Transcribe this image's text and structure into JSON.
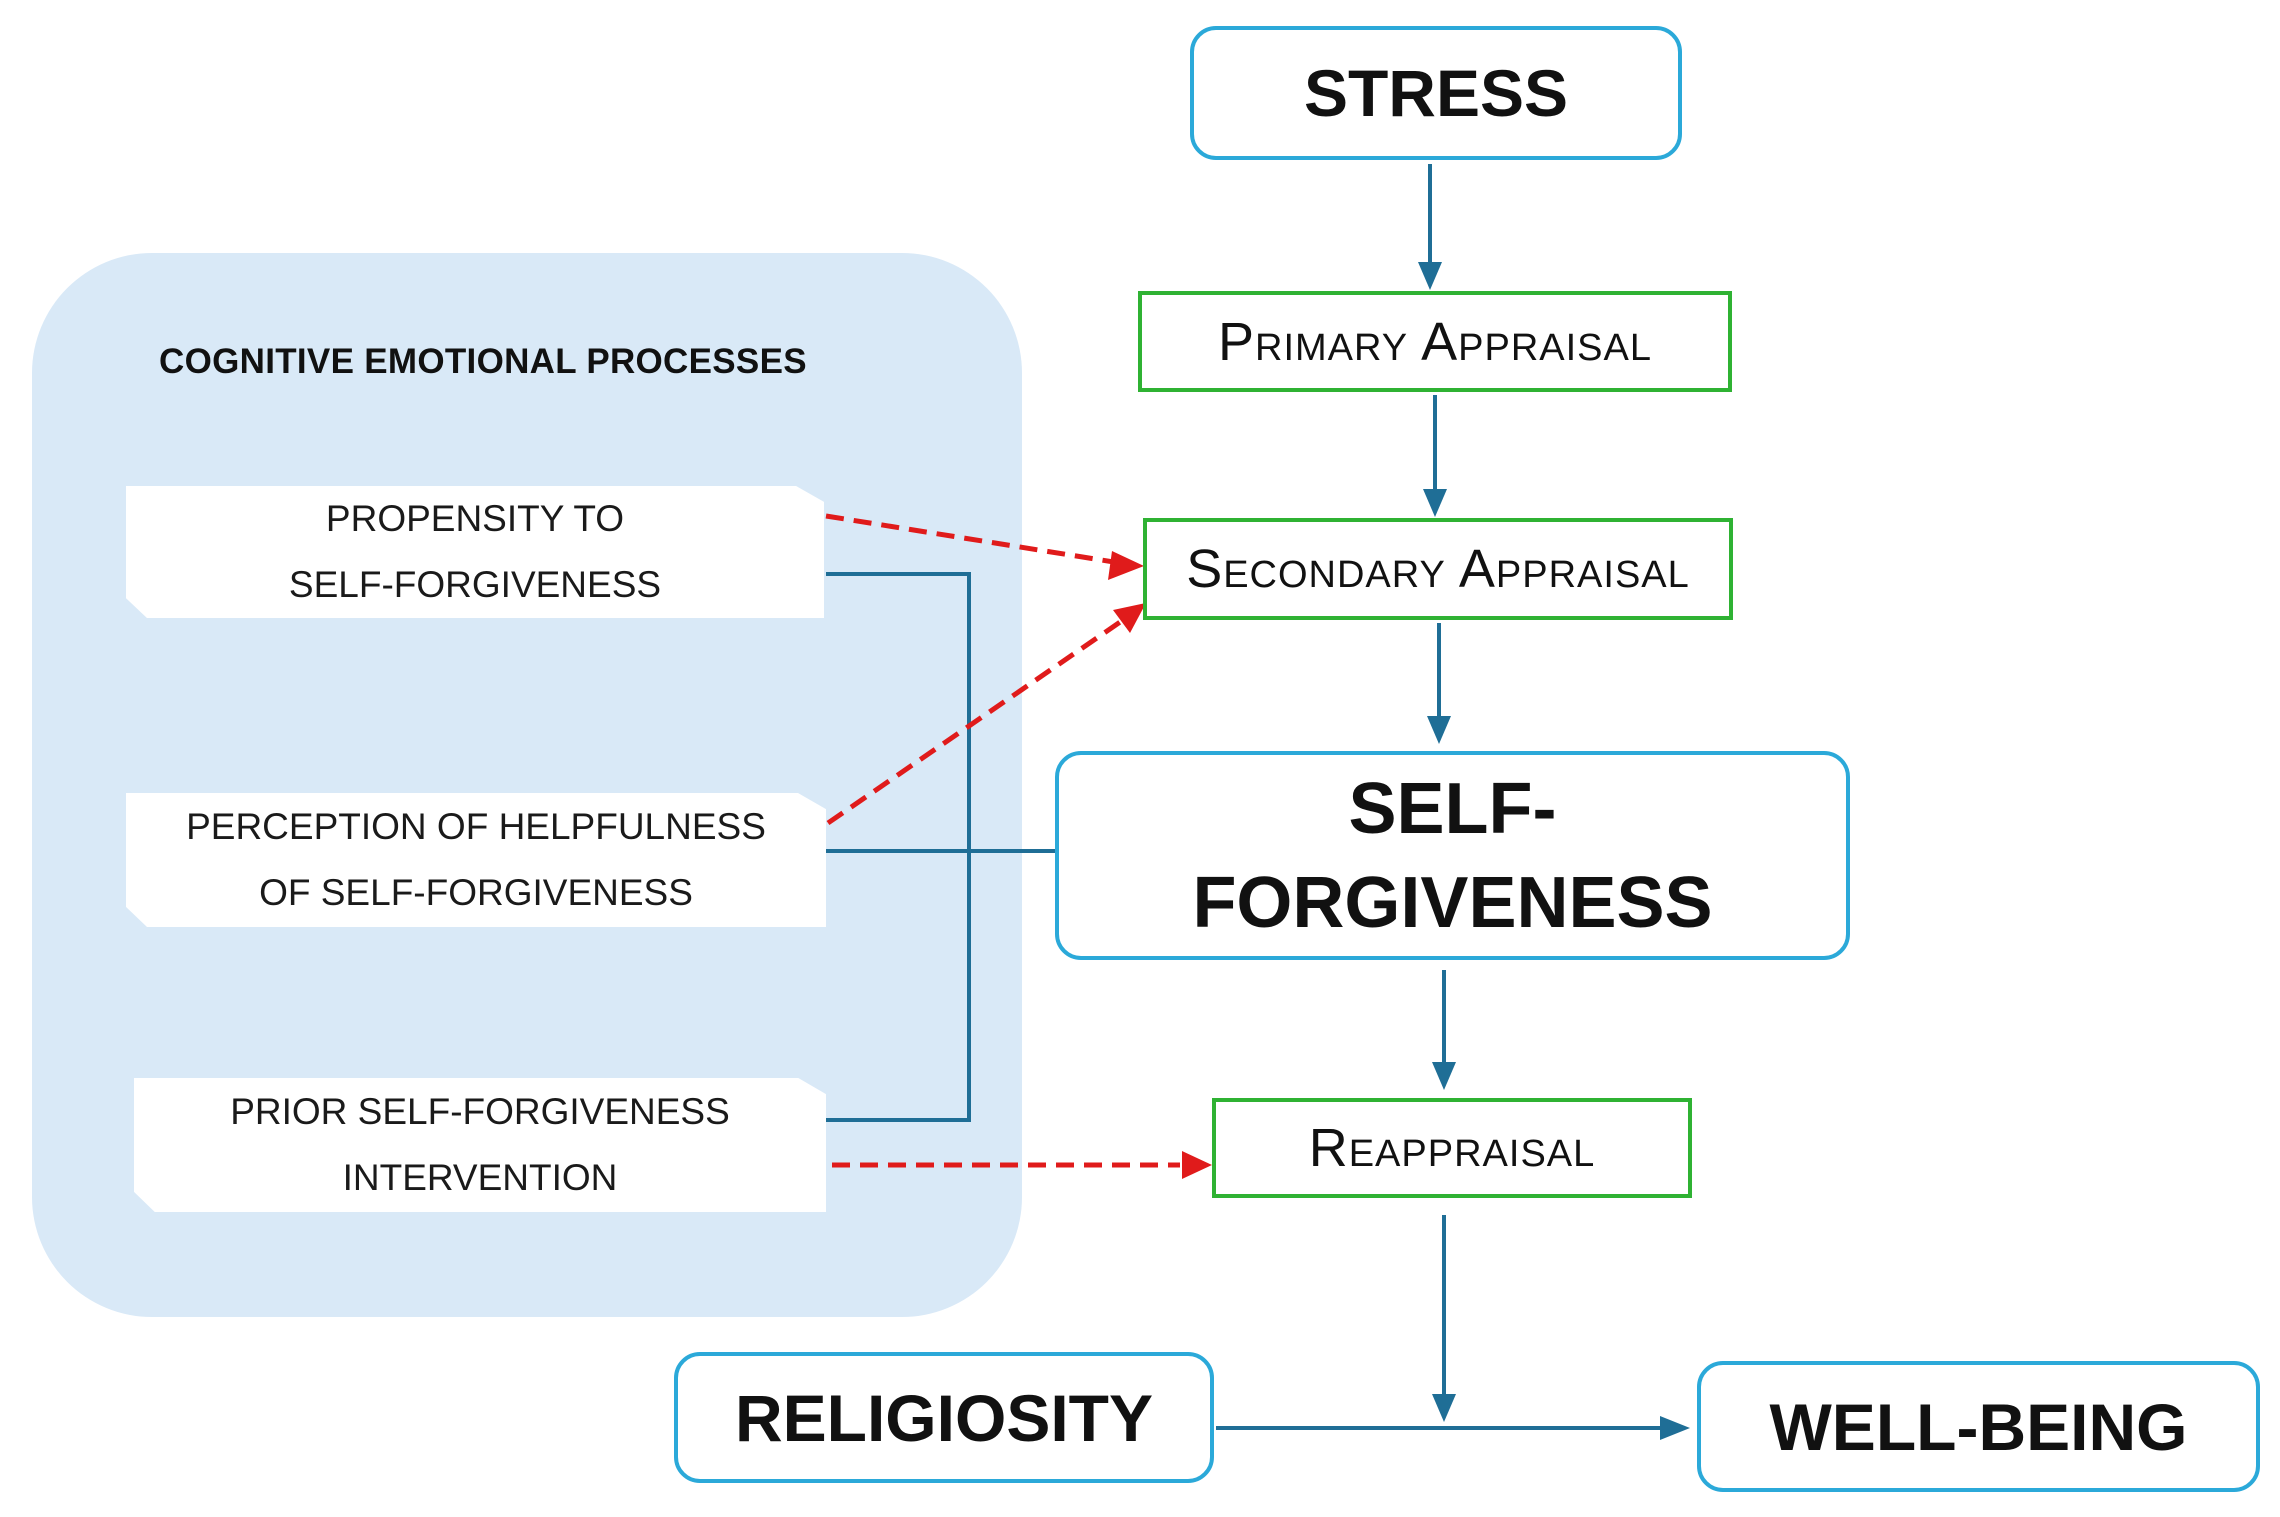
{
  "panel": {
    "title": "COGNITIVE EMOTIONAL PROCESSES",
    "items": [
      {
        "line1": "PROPENSITY TO",
        "line2": "SELF-FORGIVENESS"
      },
      {
        "line1": "PERCEPTION OF HELPFULNESS",
        "line2": "OF SELF-FORGIVENESS"
      },
      {
        "line1": "PRIOR SELF-FORGIVENESS",
        "line2": "INTERVENTION"
      }
    ]
  },
  "nodes": {
    "stress": "STRESS",
    "primary_appraisal": "Primary Appraisal",
    "secondary_appraisal": "Secondary Appraisal",
    "self_forgiveness_line1": "SELF-",
    "self_forgiveness_line2": "FORGIVENESS",
    "reappraisal": "Reappraisal",
    "religiosity": "RELIGIOSITY",
    "well_being": "WELL-BEING"
  },
  "colors": {
    "solid_connector": "#1f6e96",
    "dashed_connector": "#e01b1b",
    "primary_box_border": "#2ba9d9",
    "appraisal_box_border": "#2fb233",
    "panel_background": "#d9e9f7"
  }
}
